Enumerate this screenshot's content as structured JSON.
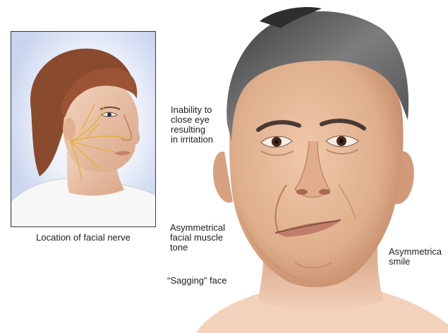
{
  "inset": {
    "caption": "Location of facial nerve"
  },
  "labels": {
    "eye": "Inability to\nclose eye\nresulting\nin irritation",
    "muscle_tone": "Asymmetrical\nfacial muscle\ntone",
    "sagging": "“Sagging” face",
    "smile": "Asymmetrica\nsmile"
  },
  "colors": {
    "skin": "#e7bd9e",
    "skin_shadow": "#c98f6c",
    "hair_gray": "#6f6f6f",
    "hair_brown": "#8a4a2e",
    "nerve": "#e2b23a"
  }
}
